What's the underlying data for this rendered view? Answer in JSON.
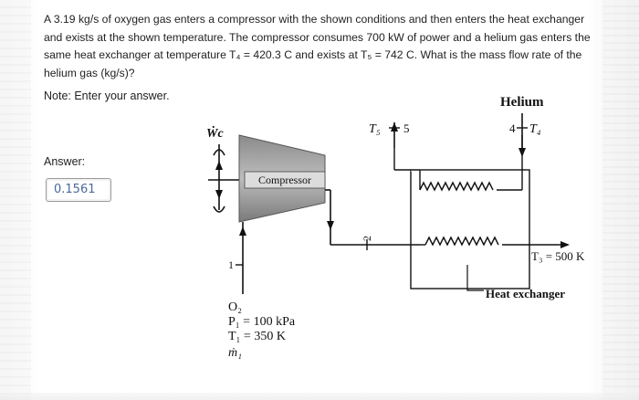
{
  "question": "A 3.19 kg/s of oxygen gas enters a compressor with the shown conditions and then enters the heat exchanger and exists at the shown temperature. The compressor consumes 700 kW of power and a helium gas enters the same heat exchanger at temperature T₄ = 420.3 C and exists at T₅ = 742 C. What is the mass flow rate of the helium gas (kg/s)?",
  "note": "Note: Enter your answer.",
  "answer": {
    "label": "Answer:",
    "value": "0.1561"
  },
  "diagram": {
    "wc_label": "Ẇc",
    "compressor_label": "Compressor",
    "helium_label": "Helium",
    "t5_label": "T₅",
    "t5_state": "5",
    "t4_state": "4",
    "t4_label": "T₄",
    "state_1": "1",
    "state_2": "2",
    "t3_label": "T₃ = 500 K",
    "hx_label": "Heat exchanger",
    "inlet_gas": "O₂",
    "inlet_pressure": "P₁ = 100 kPa",
    "inlet_temp": "T₁ = 350 K",
    "inlet_mass": "ṁ₁"
  }
}
